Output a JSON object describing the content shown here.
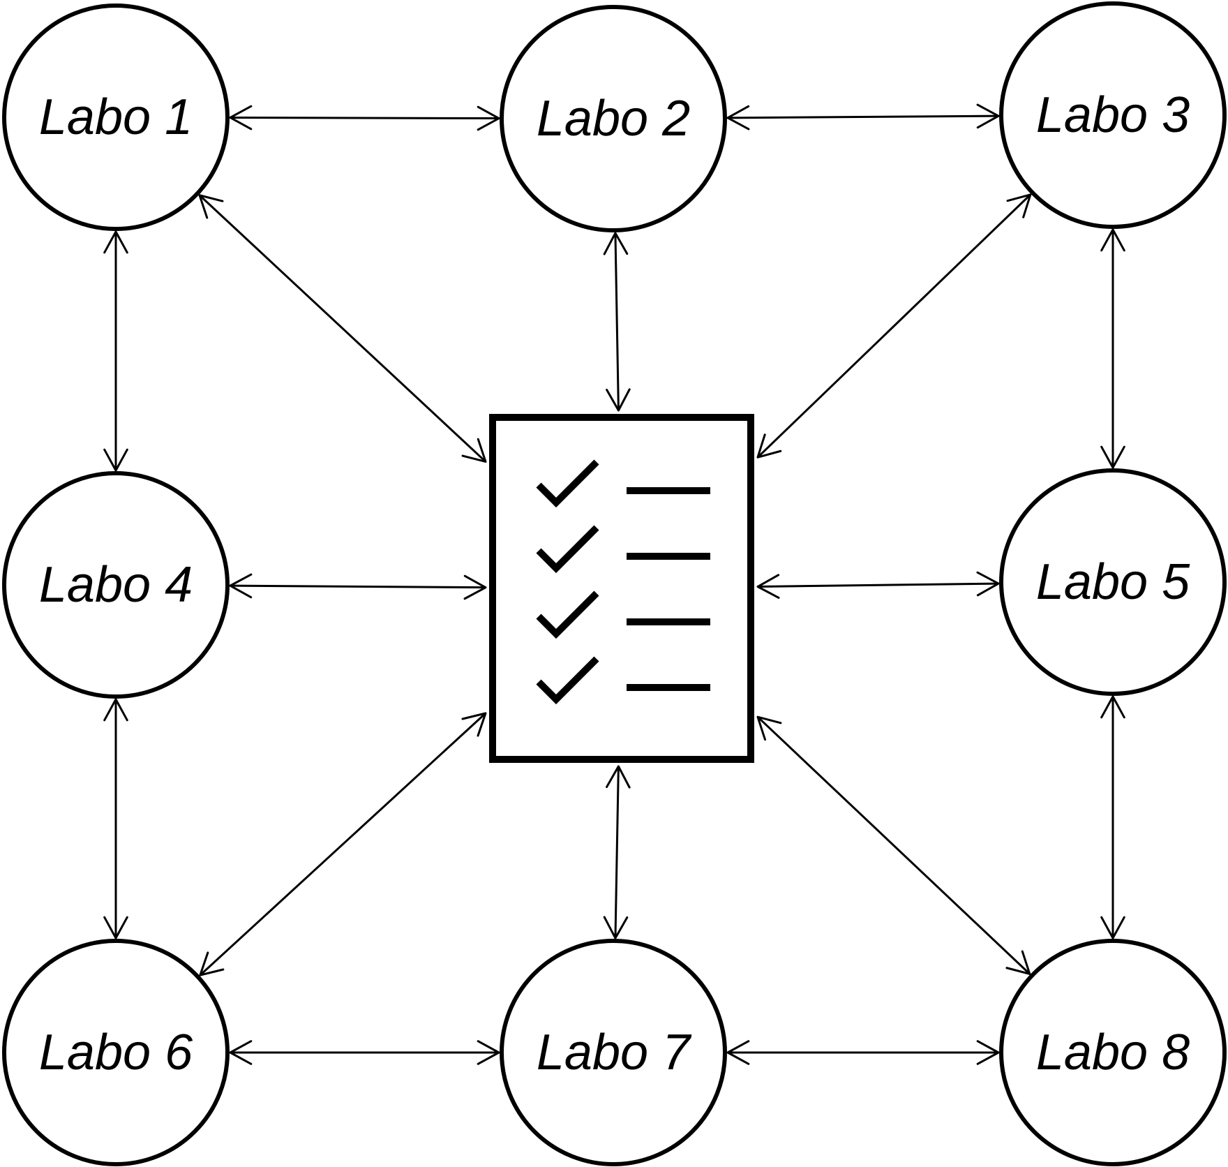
{
  "diagram": {
    "nodes": [
      {
        "id": "labo-1",
        "label": "Labo 1"
      },
      {
        "id": "labo-2",
        "label": "Labo 2"
      },
      {
        "id": "labo-3",
        "label": "Labo 3"
      },
      {
        "id": "labo-4",
        "label": "Labo 4"
      },
      {
        "id": "labo-5",
        "label": "Labo 5"
      },
      {
        "id": "labo-6",
        "label": "Labo 6"
      },
      {
        "id": "labo-7",
        "label": "Labo 7"
      },
      {
        "id": "labo-8",
        "label": "Labo 8"
      }
    ],
    "center": {
      "icon": "checklist-document-icon",
      "items": 4
    },
    "edges": [
      {
        "from": "labo-1",
        "to": "labo-2",
        "direction": "both"
      },
      {
        "from": "labo-2",
        "to": "labo-3",
        "direction": "both"
      },
      {
        "from": "labo-1",
        "to": "labo-4",
        "direction": "both"
      },
      {
        "from": "labo-3",
        "to": "labo-5",
        "direction": "both"
      },
      {
        "from": "labo-4",
        "to": "labo-6",
        "direction": "both"
      },
      {
        "from": "labo-5",
        "to": "labo-8",
        "direction": "both"
      },
      {
        "from": "labo-6",
        "to": "labo-7",
        "direction": "both"
      },
      {
        "from": "labo-7",
        "to": "labo-8",
        "direction": "both"
      },
      {
        "from": "labo-1",
        "to": "center",
        "direction": "both"
      },
      {
        "from": "labo-2",
        "to": "center",
        "direction": "both"
      },
      {
        "from": "labo-3",
        "to": "center",
        "direction": "both"
      },
      {
        "from": "labo-4",
        "to": "center",
        "direction": "both"
      },
      {
        "from": "labo-5",
        "to": "center",
        "direction": "both"
      },
      {
        "from": "labo-6",
        "to": "center",
        "direction": "both"
      },
      {
        "from": "labo-7",
        "to": "center",
        "direction": "both"
      },
      {
        "from": "labo-8",
        "to": "center",
        "direction": "both"
      }
    ],
    "colors": {
      "stroke": "#000000",
      "background": "#ffffff"
    }
  }
}
